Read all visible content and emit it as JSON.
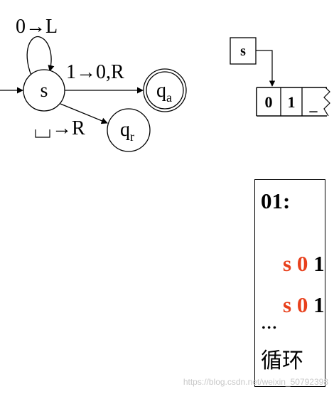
{
  "diagram": {
    "states": {
      "start": "s",
      "accept": {
        "base": "q",
        "sub": "a"
      },
      "reject": {
        "base": "q",
        "sub": "r"
      }
    },
    "transitions": {
      "self_loop": "0→L",
      "to_accept": "1→0,R",
      "to_reject": "→R"
    },
    "tape": {
      "head_state": "s",
      "cells": [
        "0",
        "1",
        "_"
      ]
    }
  },
  "trace": {
    "input_line": "01:",
    "steps": [
      {
        "state": "s",
        "head": "0",
        "rest": "1"
      },
      {
        "state": "s",
        "head": "0",
        "rest": "1"
      }
    ],
    "ellipsis": "...",
    "result": "循环"
  },
  "watermark": "https://blog.csdn.net/weixin_50792398",
  "colors": {
    "highlight": "#e8401c",
    "ink": "#000000"
  }
}
